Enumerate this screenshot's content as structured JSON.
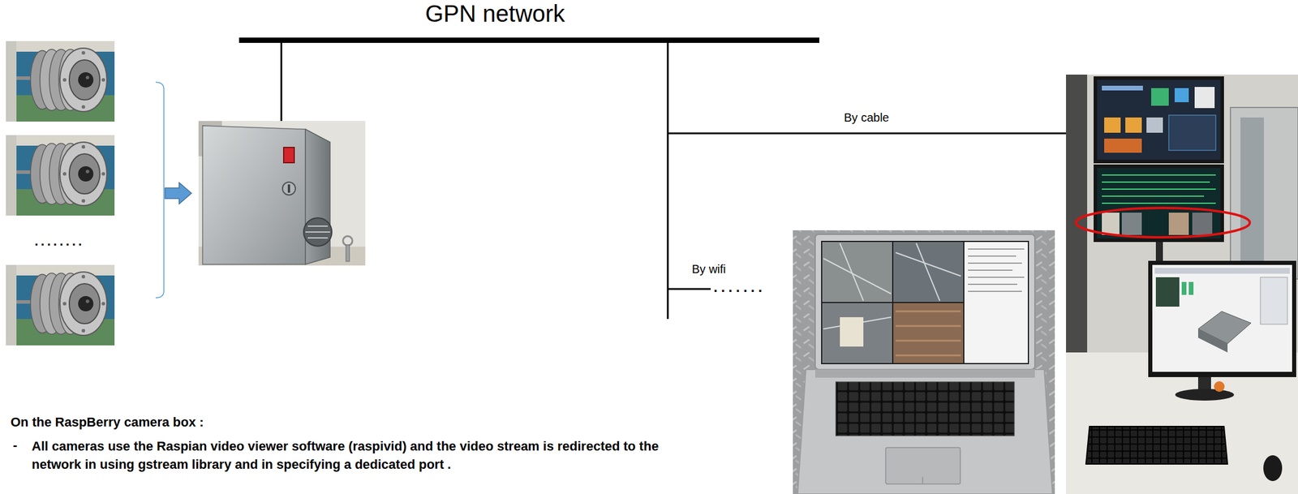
{
  "diagram": {
    "title": "GPN network",
    "labels": [
      "........",
      "By cable",
      "By wifi",
      ".......",
      "On the RaspBerry camera box :",
      "-",
      "All cameras use the Raspian video viewer software (raspivid) and the video stream is redirected to the network in using gstream library and in specifying a dedicated port ."
    ]
  }
}
